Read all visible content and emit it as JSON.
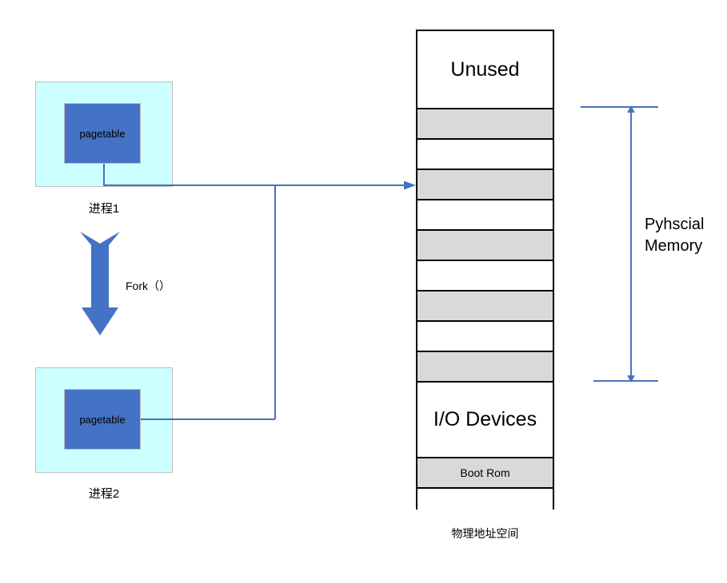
{
  "diagram": {
    "title_text_present": false,
    "colors": {
      "process_fill": "#CCFFFF",
      "pagetable_fill": "#4472C4",
      "memory_gray": "#D9D9D9",
      "memory_white": "#FFFFFF",
      "connector": "#4472C4",
      "outline": "#000000"
    }
  },
  "processes": [
    {
      "caption": "进程1",
      "pagetable_label": "pagetable"
    },
    {
      "caption": "进程2",
      "pagetable_label": "pagetable"
    }
  ],
  "fork": {
    "label": "Fork（）"
  },
  "memory": {
    "caption": "物理地址空间",
    "rows": [
      {
        "label": "Unused",
        "shade": "white",
        "size": "big",
        "height": 98
      },
      {
        "label": "",
        "shade": "gray",
        "size": "small",
        "height": 38
      },
      {
        "label": "",
        "shade": "white",
        "size": "small",
        "height": 38
      },
      {
        "label": "",
        "shade": "gray",
        "size": "small",
        "height": 38
      },
      {
        "label": "",
        "shade": "white",
        "size": "small",
        "height": 38
      },
      {
        "label": "",
        "shade": "gray",
        "size": "small",
        "height": 38
      },
      {
        "label": "",
        "shade": "white",
        "size": "small",
        "height": 38
      },
      {
        "label": "",
        "shade": "gray",
        "size": "small",
        "height": 38
      },
      {
        "label": "",
        "shade": "white",
        "size": "small",
        "height": 38
      },
      {
        "label": "",
        "shade": "gray",
        "size": "small",
        "height": 38
      },
      {
        "label": "I/O Devices",
        "shade": "white",
        "size": "big",
        "height": 95
      },
      {
        "label": "Boot Rom",
        "shade": "gray",
        "size": "small",
        "height": 38
      },
      {
        "label": "",
        "shade": "white",
        "size": "small",
        "height": 28
      }
    ]
  },
  "physical_memory_bracket": {
    "label_line1": "Pyhscial",
    "label_line2": "Memory"
  }
}
